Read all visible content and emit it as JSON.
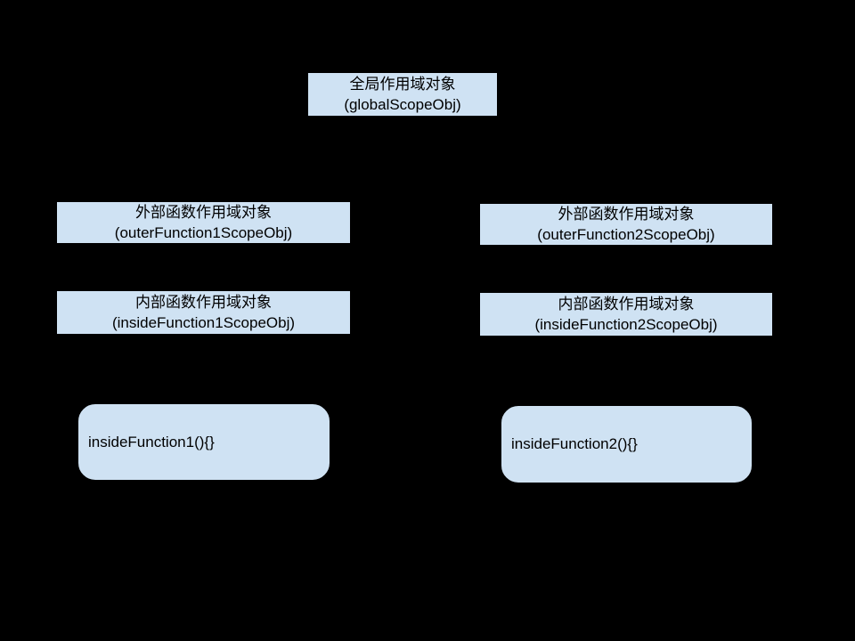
{
  "colors": {
    "background": "#000000",
    "node_fill": "#cfe2f3",
    "node_text": "#000000"
  },
  "nodes": {
    "global_scope": {
      "line1": "全局作用域对象",
      "line2": "(globalScopeObj)"
    },
    "outer_scope_1": {
      "line1": "外部函数作用域对象",
      "line2": "(outerFunction1ScopeObj)"
    },
    "outer_scope_2": {
      "line1": "外部函数作用域对象",
      "line2": "(outerFunction2ScopeObj)"
    },
    "inside_scope_1": {
      "line1": "内部函数作用域对象",
      "line2": "(insideFunction1ScopeObj)"
    },
    "inside_scope_2": {
      "line1": "内部函数作用域对象",
      "line2": "(insideFunction2ScopeObj)"
    },
    "inside_function_1": {
      "label": "insideFunction1(){}"
    },
    "inside_function_2": {
      "label": "insideFunction2(){}"
    }
  }
}
